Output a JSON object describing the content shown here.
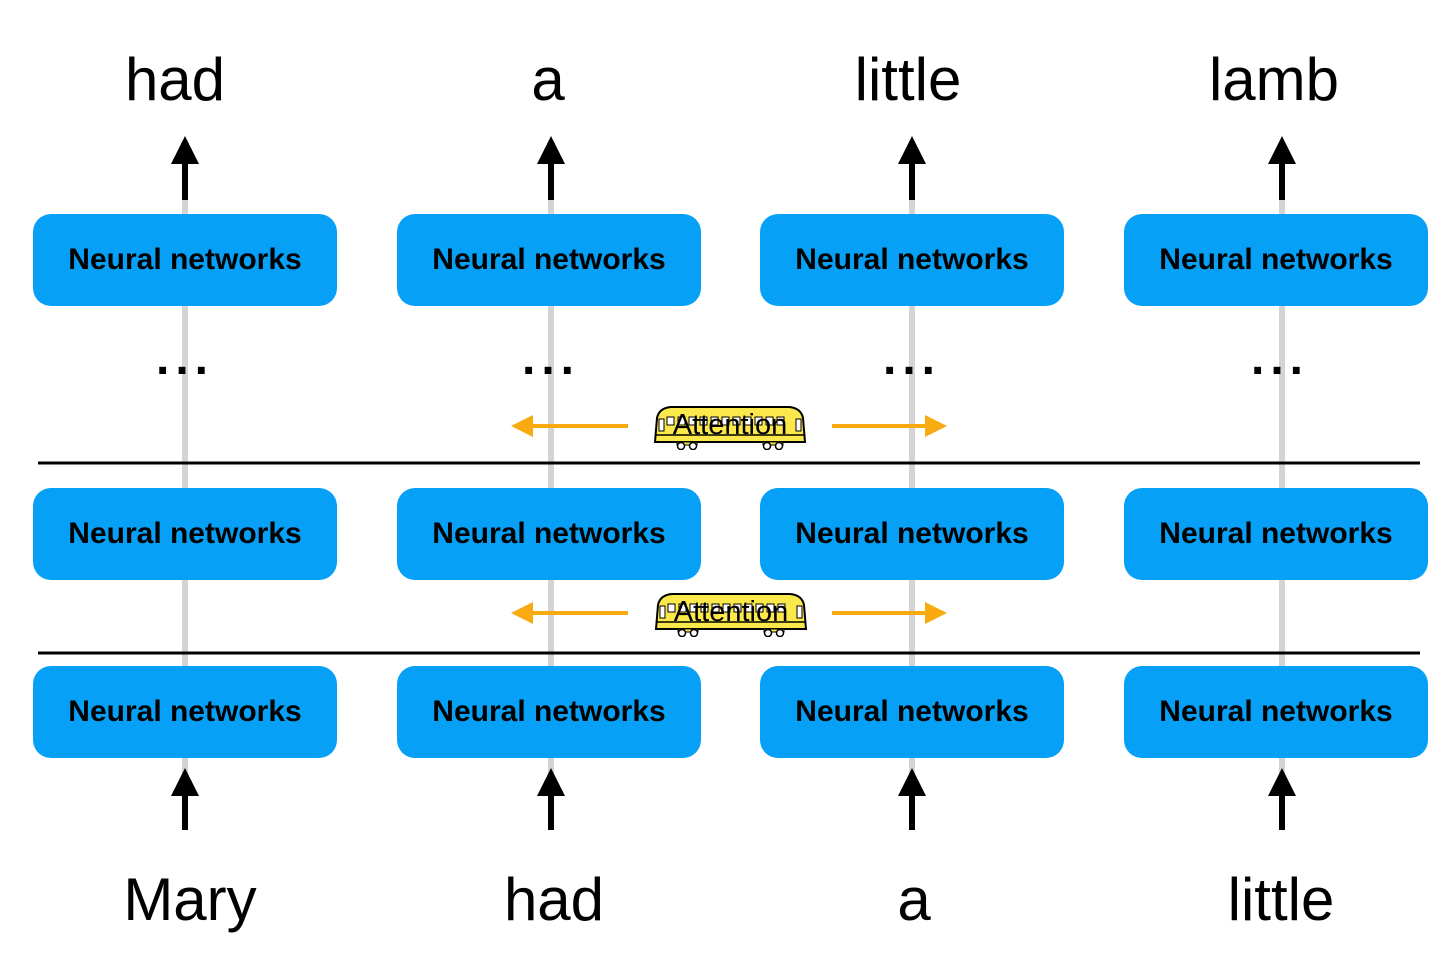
{
  "colors": {
    "box": "#06a0f7",
    "arrow": "#000000",
    "attention_arrow": "#f8aa10",
    "tram_body": "#fbe84a",
    "column_line": "#d4d4d4",
    "layer_divider": "#000000"
  },
  "columns": [
    {
      "output": "had",
      "input": "Mary"
    },
    {
      "output": "a",
      "input": "had"
    },
    {
      "output": "little",
      "input": "a"
    },
    {
      "output": "lamb",
      "input": "little"
    }
  ],
  "box_label": "Neural networks",
  "ellipsis": "...",
  "attention_label": "Attention",
  "icons": {
    "up_arrow": "up-arrow-icon",
    "attention_arrow": "orange-arrow-icon",
    "tram": "tram-icon"
  }
}
